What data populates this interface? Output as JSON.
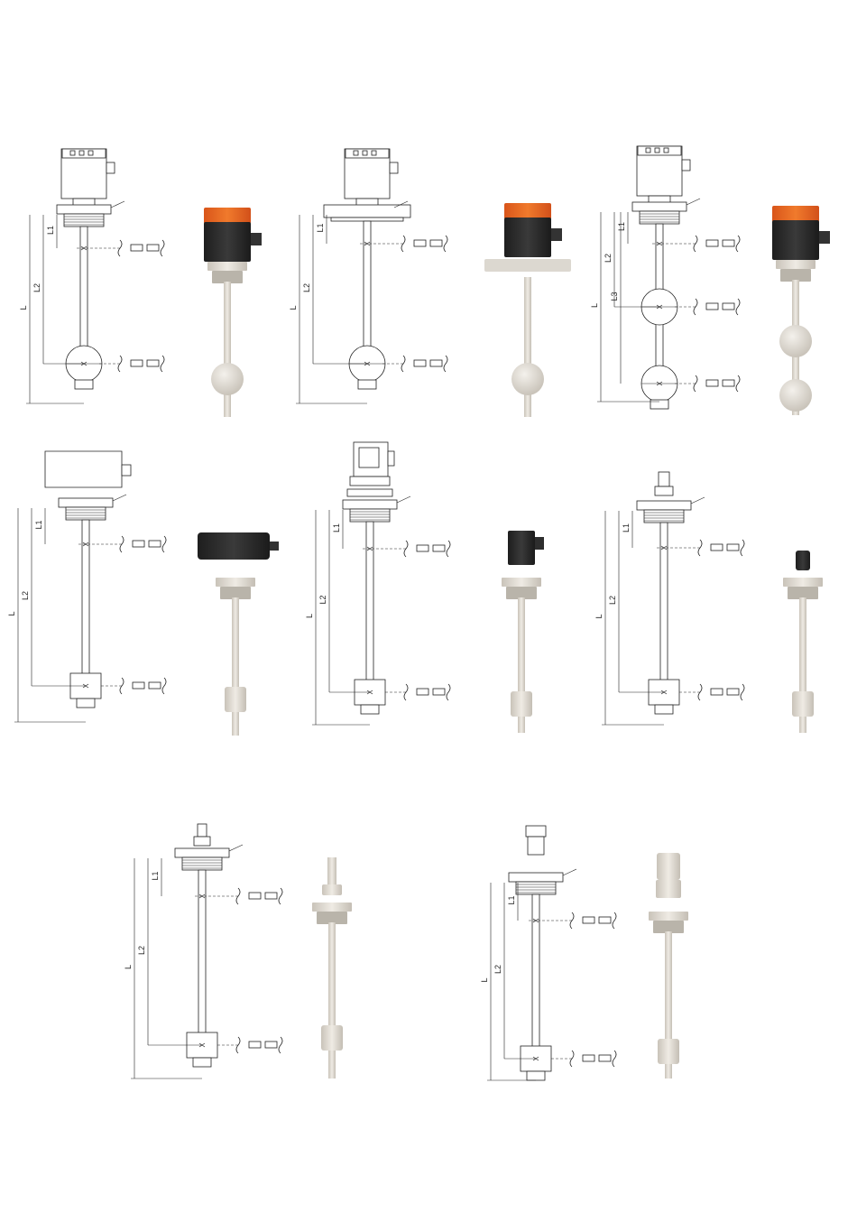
{
  "page": {
    "kind": "technical drawing sheet: float level switches",
    "colors": {
      "line": "#222222",
      "body_fill": "#ffffff",
      "photo_stem": "#ddd8cf",
      "photo_stem_shade": "#c8c2b8",
      "photo_head": "#2a2a2a",
      "photo_lid": "#e8661c",
      "photo_flange": "#dcd8d0",
      "photo_thread": "#b9b4aa"
    }
  },
  "labels": {
    "total_length": "L",
    "length_1": "L1",
    "length_2": "L2",
    "length_3": "L3"
  },
  "models": [
    {
      "id": "d1",
      "head": "terminal-box",
      "mount": "thread",
      "float": "ball",
      "switch_points": 2
    },
    {
      "id": "d2",
      "head": "terminal-box",
      "mount": "flange",
      "float": "ball",
      "switch_points": 2
    },
    {
      "id": "d3",
      "head": "terminal-box",
      "mount": "thread",
      "float": "ball",
      "switch_points": 3
    },
    {
      "id": "d4",
      "head": "flat-housing",
      "mount": "thread",
      "float": "cylinder",
      "switch_points": 2
    },
    {
      "id": "d5",
      "head": "din-connector",
      "mount": "thread",
      "float": "cylinder",
      "switch_points": 2
    },
    {
      "id": "d6",
      "head": "cable-gland",
      "mount": "thread",
      "float": "cylinder",
      "switch_points": 2
    },
    {
      "id": "d7",
      "head": "bare-rod",
      "mount": "thread",
      "float": "cylinder",
      "switch_points": 2
    },
    {
      "id": "d8",
      "head": "m12-connector",
      "mount": "thread",
      "float": "cylinder",
      "switch_points": 2
    }
  ]
}
